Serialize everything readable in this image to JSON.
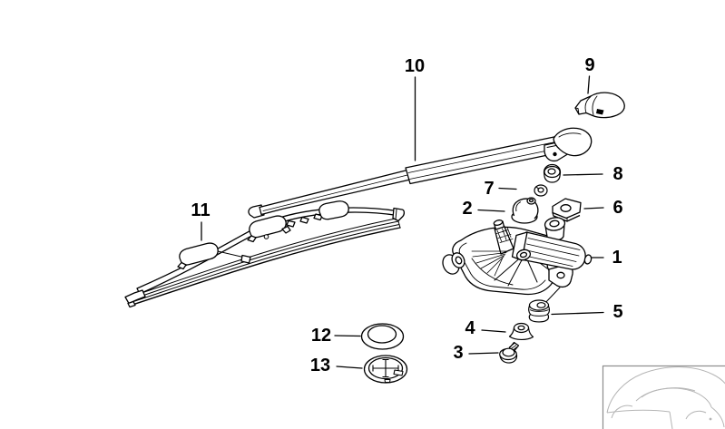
{
  "diagram": {
    "background_color": "#ffffff",
    "line_color": "#000000",
    "thumbnail_border_color": "#8c8c8c",
    "thumbnail_line_color": "#b5b5b5"
  },
  "callouts": [
    {
      "number": "10"
    },
    {
      "number": "9"
    },
    {
      "number": "11"
    },
    {
      "number": "8"
    },
    {
      "number": "7"
    },
    {
      "number": "2"
    },
    {
      "number": "6"
    },
    {
      "number": "1"
    },
    {
      "number": "5"
    },
    {
      "number": "4"
    },
    {
      "number": "3"
    },
    {
      "number": "12"
    },
    {
      "number": "13"
    }
  ]
}
